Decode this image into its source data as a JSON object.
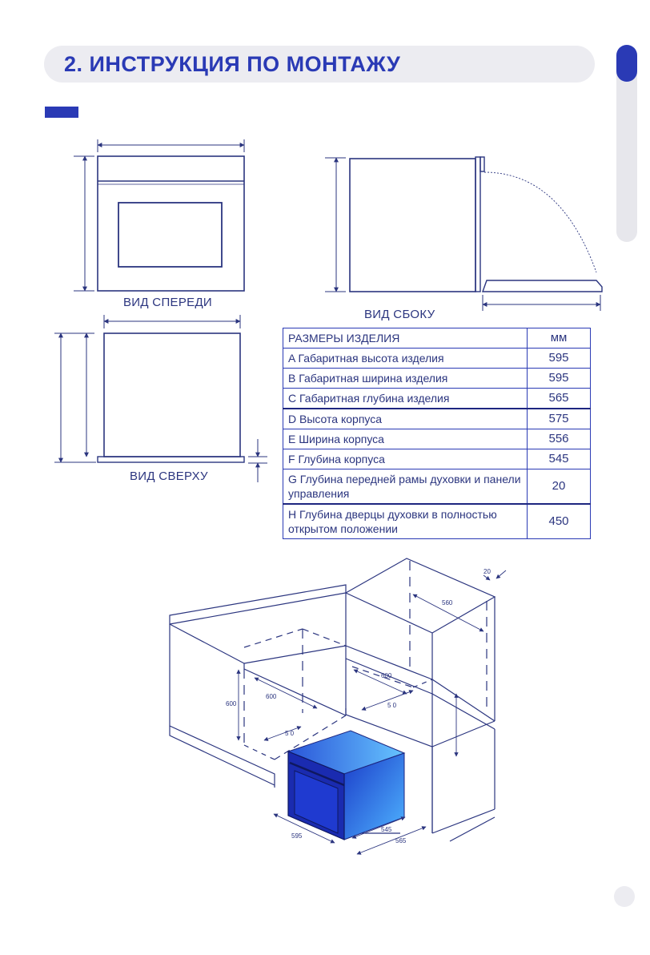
{
  "header": {
    "title": "2. ИНСТРУКЦИЯ ПО МОНТАЖУ"
  },
  "views": {
    "front": "ВИД СПЕРЕДИ",
    "side": "ВИД СБОКУ",
    "top": "ВИД СВЕРХУ"
  },
  "table": {
    "header": {
      "label": "РАЗМЕРЫ ИЗДЕЛИЯ",
      "unit": "мм"
    },
    "rows": [
      {
        "label": "A Габаритная высота изделия",
        "value": "595"
      },
      {
        "label": "B Габаритная ширина изделия",
        "value": "595"
      },
      {
        "label": "C Габаритная глубина изделия",
        "value": "565"
      },
      {
        "label": "D Высота корпуса",
        "value": "575"
      },
      {
        "label": "E Ширина корпуса",
        "value": "556"
      },
      {
        "label": "F Глубина корпуса",
        "value": "545"
      },
      {
        "label": "G Глубина передней рамы духовки и панели управления",
        "value": "20"
      },
      {
        "label": "H Глубина дверцы духовки в полностью открытом положении",
        "value": "450"
      }
    ]
  },
  "install_dims": {
    "d20": "20",
    "d560": "560",
    "d600a": "600",
    "d50a": "5 0",
    "d600b": "600",
    "d600c": "600",
    "d50b": "5 0",
    "d595": "595",
    "d545": "545",
    "d565": "565"
  }
}
